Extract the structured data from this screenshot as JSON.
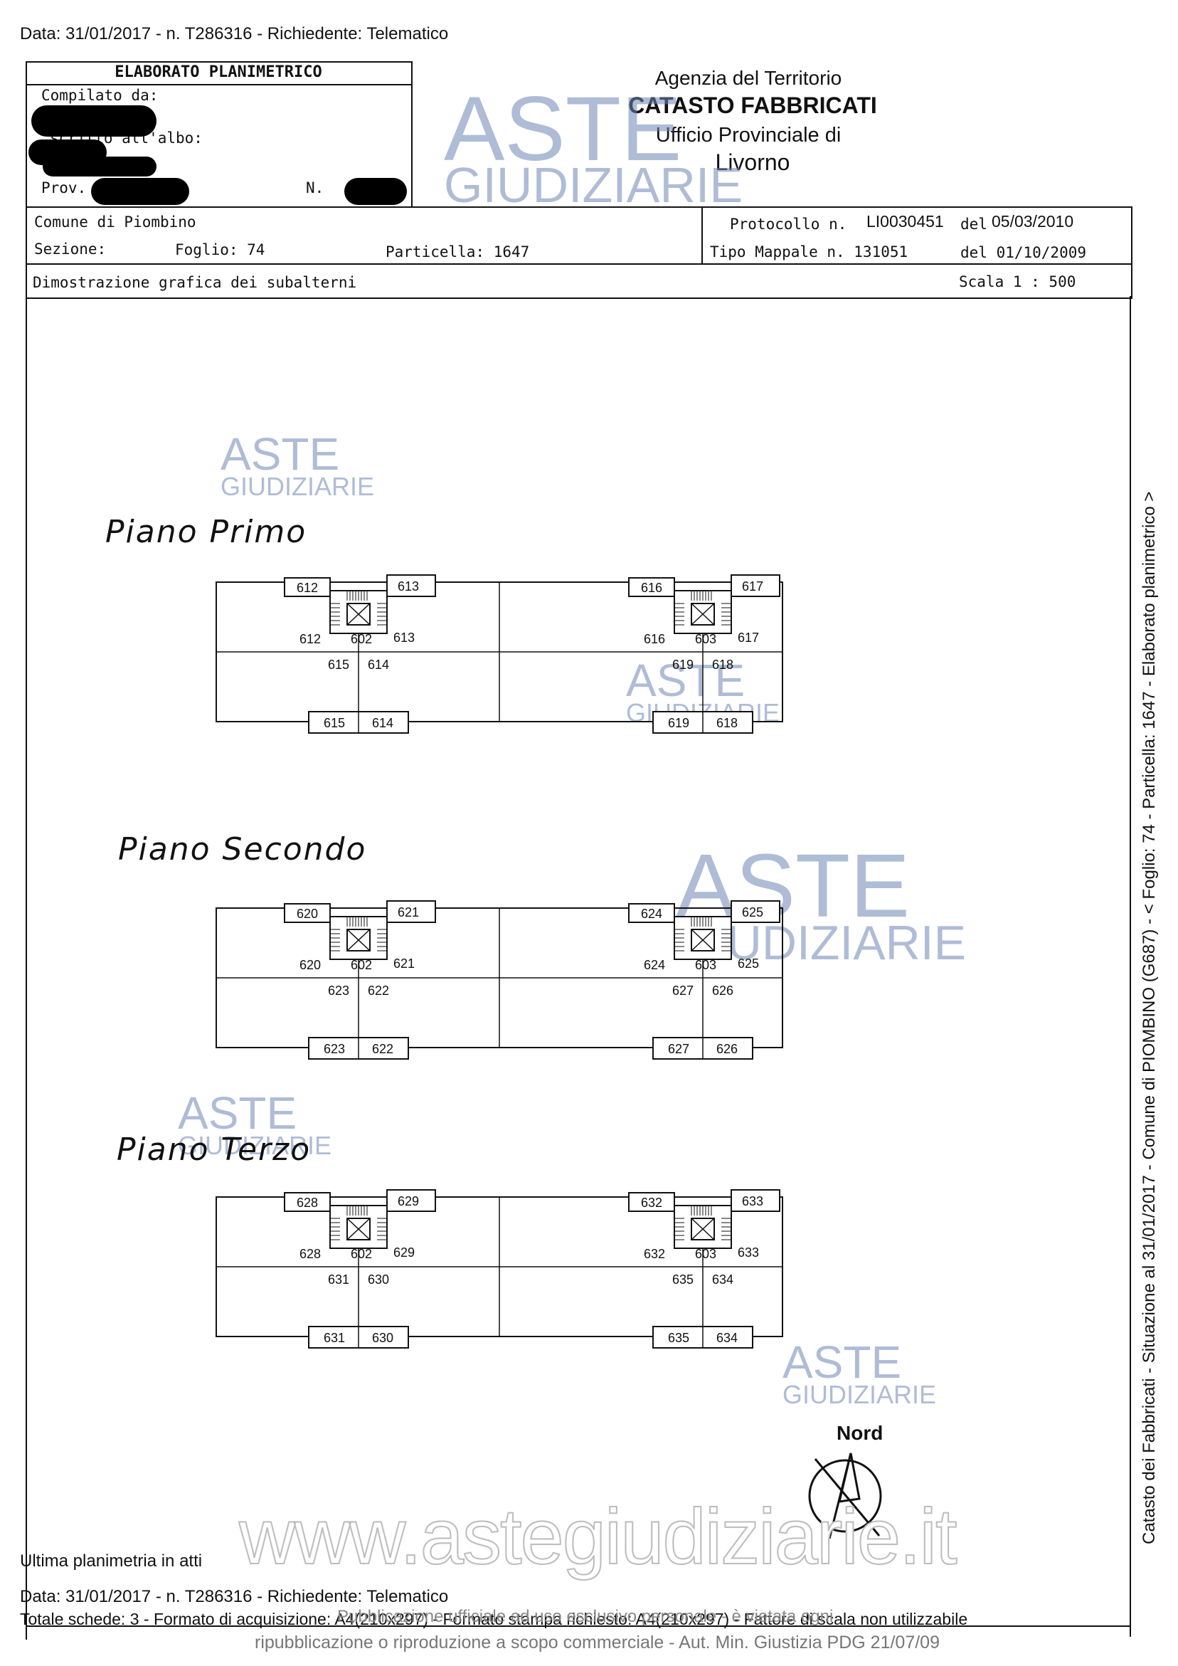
{
  "header_line": "Data: 31/01/2017 - n. T286316 - Richiedente: Telematico",
  "form": {
    "title": "ELABORATO PLANIMETRICO",
    "compilato_da": "Compilato da:",
    "iscritto": "scritto all'albo:",
    "prov": "Prov.",
    "n": "N.",
    "comune": "Comune di Piombino",
    "sezione": "Sezione:",
    "foglio": "Foglio: 74",
    "particella": "Particella: 1647",
    "protocollo_label": "Protocollo n.",
    "protocollo_num": "LI0030451",
    "protocollo_del": "del",
    "protocollo_date": "05/03/2010",
    "tipo_mappale": "Tipo Mappale n. 131051",
    "tipo_del": "del 01/10/2009",
    "dimostrazione": "Dimostrazione grafica dei subalterni",
    "scala": "Scala 1 : 500"
  },
  "agency": {
    "line1": "Agenzia del Territorio",
    "line2": "CATASTO FABBRICATI",
    "line3": "Ufficio Provinciale di",
    "line4": "Livorno"
  },
  "watermark": {
    "a": "ASTE",
    "g": "GIUDIZIARIE"
  },
  "floors": [
    {
      "title": "Piano  Primo",
      "left": {
        "top_l": "612",
        "top_r": "613",
        "mid_l": "612",
        "core": "602",
        "mid_r": "613",
        "low_l": "615",
        "low_r": "614",
        "bot_l": "615",
        "bot_r": "614"
      },
      "right": {
        "top_l": "616",
        "top_r": "617",
        "mid_l": "616",
        "core": "603",
        "mid_r": "617",
        "low_l": "619",
        "low_r": "618",
        "bot_l": "619",
        "bot_r": "618"
      }
    },
    {
      "title": "Piano  Secondo",
      "left": {
        "top_l": "620",
        "top_r": "621",
        "mid_l": "620",
        "core": "602",
        "mid_r": "621",
        "low_l": "623",
        "low_r": "622",
        "bot_l": "623",
        "bot_r": "622"
      },
      "right": {
        "top_l": "624",
        "top_r": "625",
        "mid_l": "624",
        "core": "603",
        "mid_r": "625",
        "low_l": "627",
        "low_r": "626",
        "bot_l": "627",
        "bot_r": "626"
      }
    },
    {
      "title": "Piano  Terzo",
      "left": {
        "top_l": "628",
        "top_r": "629",
        "mid_l": "628",
        "core": "602",
        "mid_r": "629",
        "low_l": "631",
        "low_r": "630",
        "bot_l": "631",
        "bot_r": "630"
      },
      "right": {
        "top_l": "632",
        "top_r": "633",
        "mid_l": "632",
        "core": "603",
        "mid_r": "633",
        "low_l": "635",
        "low_r": "634",
        "bot_l": "635",
        "bot_r": "634"
      }
    }
  ],
  "north_label": "Nord",
  "site_watermark": "www.astegiudiziarie.it",
  "footer": {
    "ultima": "Ultima planimetria in atti",
    "data": "Data: 31/01/2017 - n. T286316 - Richiedente: Telematico",
    "totale": "Totale schede: 3 - Formato di acquisizione: A4(210x297) - Formato stampa richiesto: A4(210x297) - Fattore di scala non utilizzabile",
    "pubblicazione": "Pubblicazione ufficiale ad uso esclusivo personale - è vietata ogni",
    "ripubblicazione": "ripubblicazione o riproduzione a scopo commerciale - Aut. Min. Giustizia PDG 21/07/09"
  },
  "sidebar_text": "Catasto dei Fabbricati - Situazione al 31/01/2017 - Comune di PIOMBINO (G687) - < Foglio: 74 - Particella: 1647 - Elaborato planimetrico >"
}
